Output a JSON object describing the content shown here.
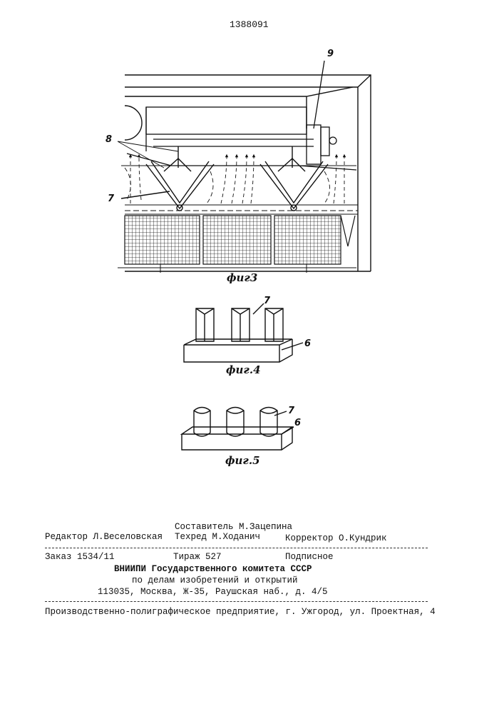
{
  "header": {
    "patent_number": "1388091"
  },
  "figures": {
    "fig3": {
      "caption": "фиг3",
      "labels": [
        "9",
        "8",
        "7"
      ]
    },
    "fig4": {
      "caption": "фиг.4",
      "labels": [
        "7",
        "6"
      ]
    },
    "fig5": {
      "caption": "фиг.5",
      "labels": [
        "7",
        "6"
      ]
    }
  },
  "imprint": {
    "compiler": "Составитель М.Зацепина",
    "editor": "Редактор Л.Веселовская",
    "techred": "Техред М.Ходанич",
    "corrector": "Корректор О.Кундрик",
    "order": "Заказ 1534/11",
    "print_run": "Тираж 527",
    "subscription": "Подписное",
    "org_line1": "ВНИИПИ Государственного комитета СССР",
    "org_line2": "по делам изобретений и открытий",
    "org_address": "113035, Москва, Ж-35, Раушская наб., д. 4/5",
    "printer": "Производственно-полиграфическое предприятие, г. Ужгород, ул. Проектная, 4"
  }
}
